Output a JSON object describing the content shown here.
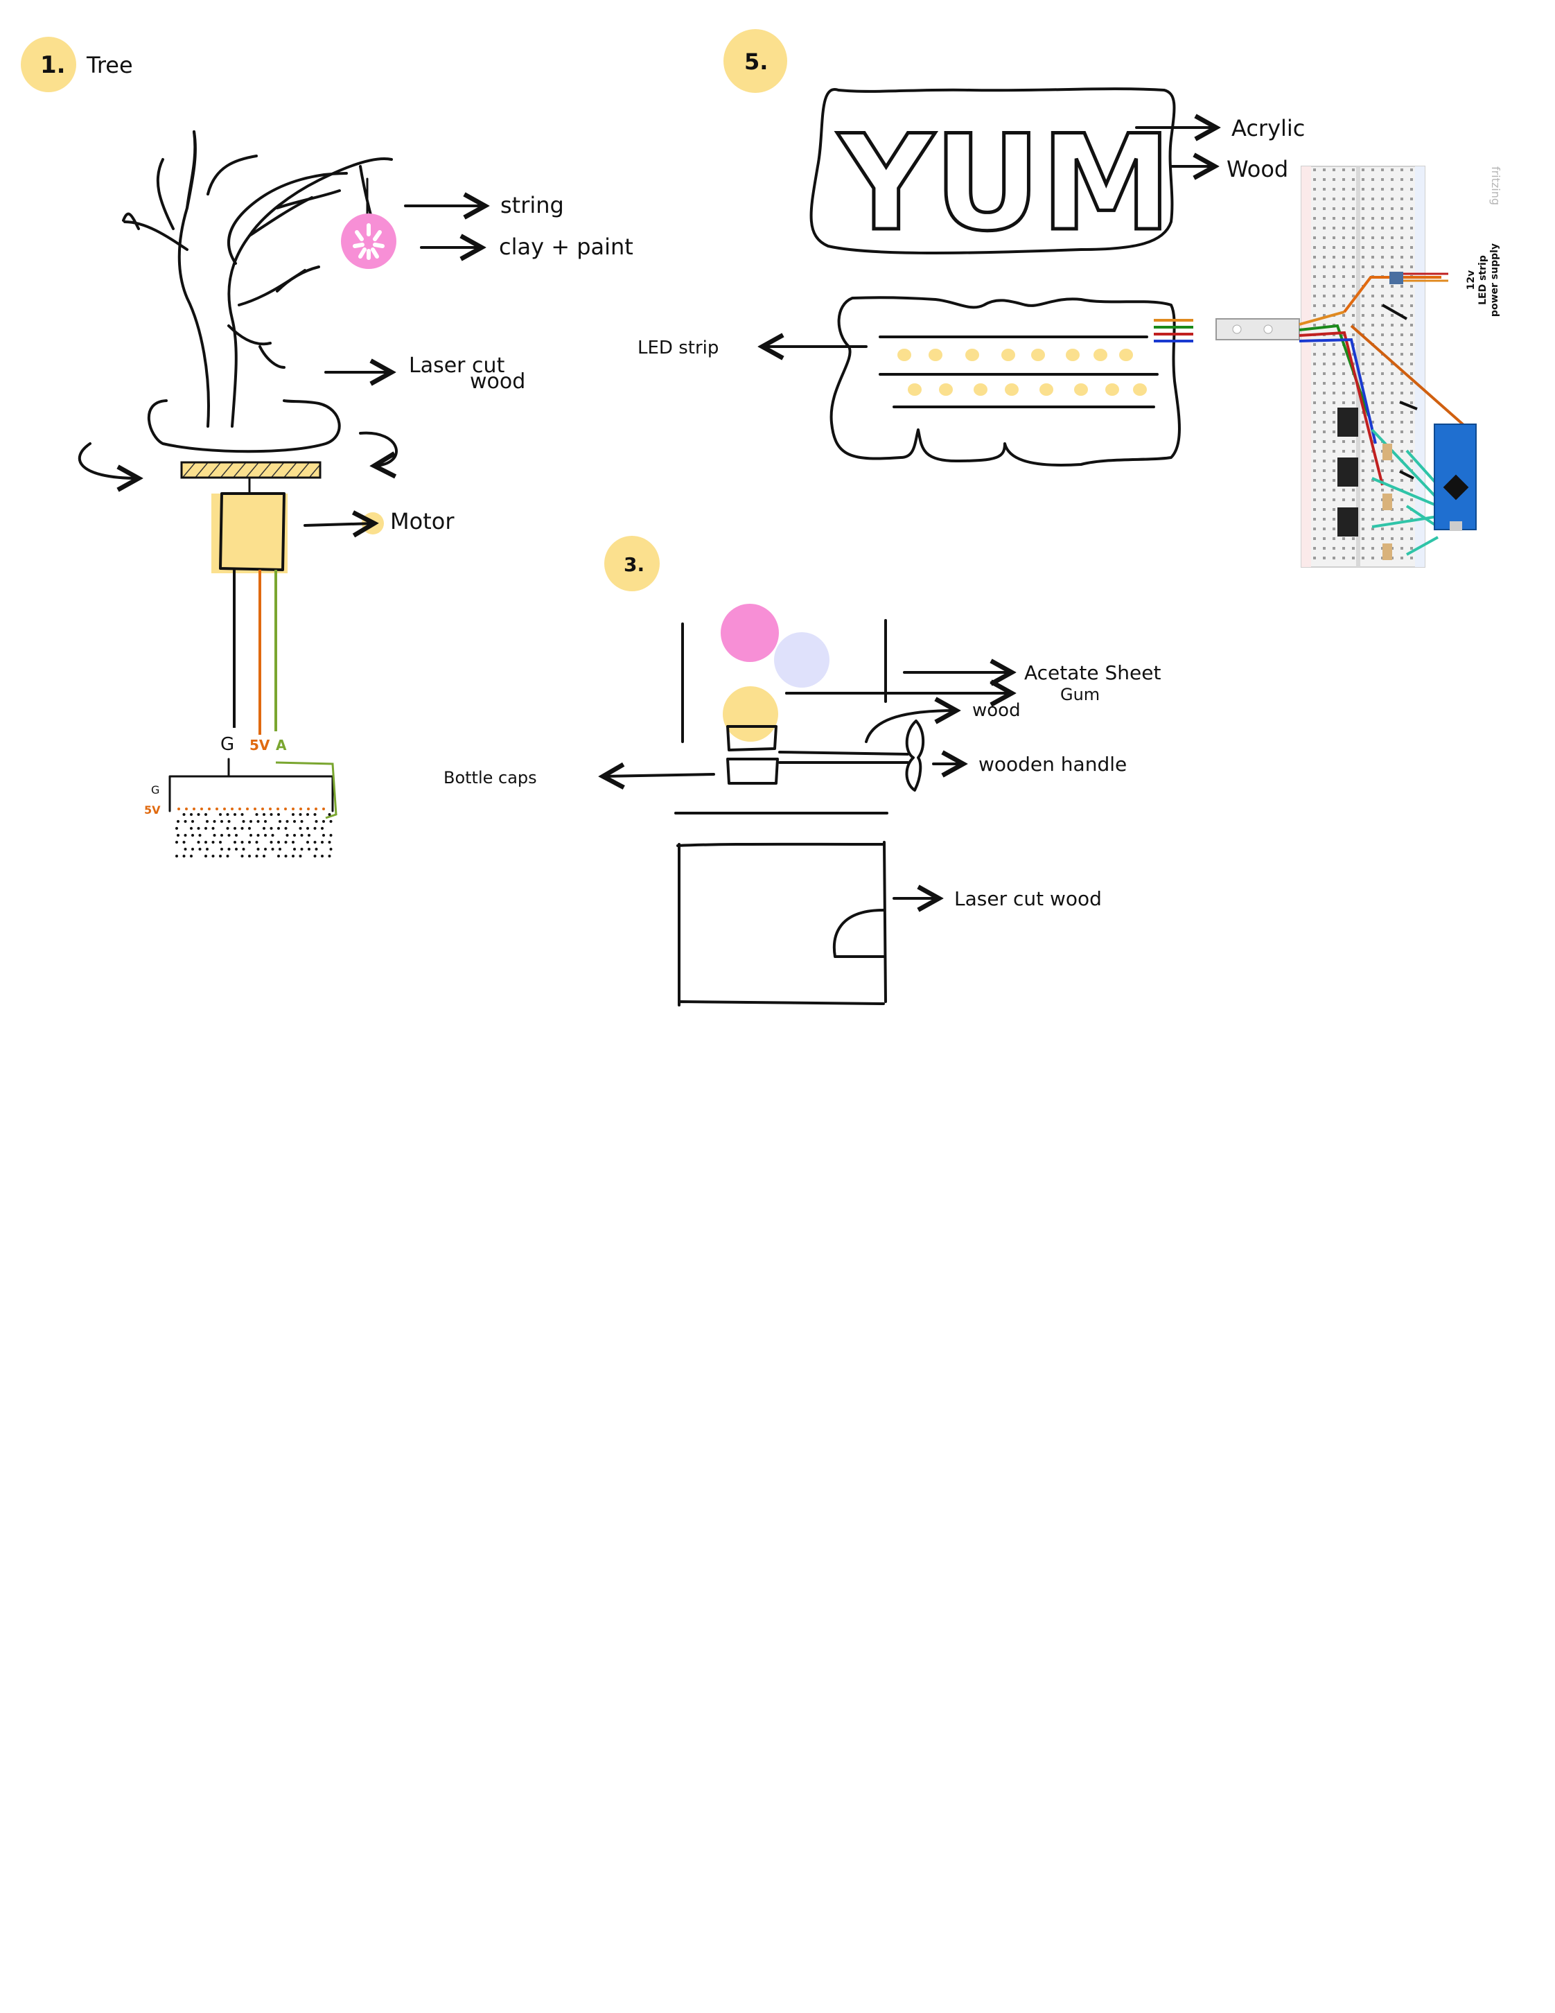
{
  "colors": {
    "badge": "#fbe08e",
    "highlight": "#fbe08e",
    "pink": "#f78fd6",
    "lavender": "#dfe1fb",
    "orange_wire": "#e06a10",
    "green_wire": "#7aa630",
    "ink": "#111111"
  },
  "section1": {
    "badge": "1.",
    "title": "Tree",
    "labels": {
      "string": "string",
      "clay": "clay + paint",
      "laser_cut": "Laser cut",
      "laser_cut_wood": "wood",
      "motor": "Motor",
      "pin_g": "G",
      "pin_5v": "5V",
      "pin_a": "A",
      "board_g": "G",
      "board_5v": "5V"
    }
  },
  "section2": {
    "badge": "5.",
    "sign_text": "YUM",
    "labels": {
      "acrylic": "Acrylic",
      "wood": "Wood",
      "led_strip": "LED strip"
    },
    "circuit": {
      "watermark": "fritzing",
      "supply_line1": "12v",
      "supply_line2": "LED strip",
      "supply_line3": "power supply"
    }
  },
  "section3": {
    "badge": "3.",
    "labels": {
      "acetate": "Acetate Sheet",
      "gum": "Gum",
      "wood": "wood",
      "handle": "wooden handle",
      "bottle_caps": "Bottle caps",
      "laser_cut_wood": "Laser cut wood"
    }
  }
}
